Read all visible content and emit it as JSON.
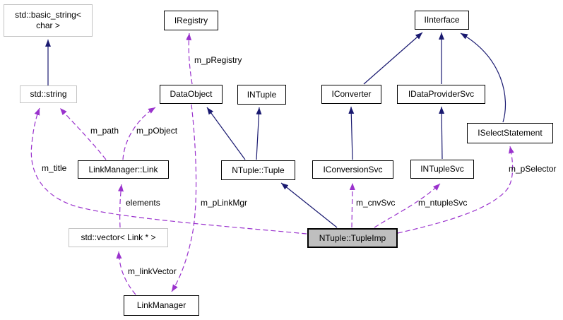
{
  "diagram": {
    "type": "collaboration-graph",
    "focus_class": "NTuple::TupleImp",
    "colors": {
      "background": "#ffffff",
      "inheritance_edge": "#191970",
      "usage_edge": "#9a32cd",
      "node_border": "#000000",
      "external_node_border": "#c4c4c4",
      "node_fill": "#ffffff",
      "focus_node_fill": "#bfbfbf",
      "text": "#000000"
    },
    "nodes": {
      "basic_string": {
        "label": "std::basic_string< char >",
        "lines": [
          "std::basic_string<",
          "char >"
        ]
      },
      "iregistry": {
        "label": "IRegistry"
      },
      "iinterface": {
        "label": "IInterface"
      },
      "std_string": {
        "label": "std::string"
      },
      "dataobject": {
        "label": "DataObject"
      },
      "intuple": {
        "label": "INTuple"
      },
      "iconverter": {
        "label": "IConverter"
      },
      "idataprovidersvc": {
        "label": "IDataProviderSvc"
      },
      "iselectstatement": {
        "label": "ISelectStatement"
      },
      "linkmanager_link": {
        "label": "LinkManager::Link"
      },
      "ntuple_tuple": {
        "label": "NTuple::Tuple"
      },
      "iconversionsvc": {
        "label": "IConversionSvc"
      },
      "intuplesvc": {
        "label": "INTupleSvc"
      },
      "std_vector_link": {
        "label": "std::vector< Link * >"
      },
      "ntuple_tupleimp": {
        "label": "NTuple::TupleImp"
      },
      "linkmanager": {
        "label": "LinkManager"
      }
    },
    "edge_labels": {
      "m_pRegistry": "m_pRegistry",
      "m_path": "m_path",
      "m_pObject": "m_pObject",
      "m_title": "m_title",
      "elements": "elements",
      "m_pLinkMgr": "m_pLinkMgr",
      "m_cnvSvc": "m_cnvSvc",
      "m_ntupleSvc": "m_ntupleSvc",
      "m_pSelector": "m_pSelector",
      "m_linkVector": "m_linkVector"
    }
  }
}
